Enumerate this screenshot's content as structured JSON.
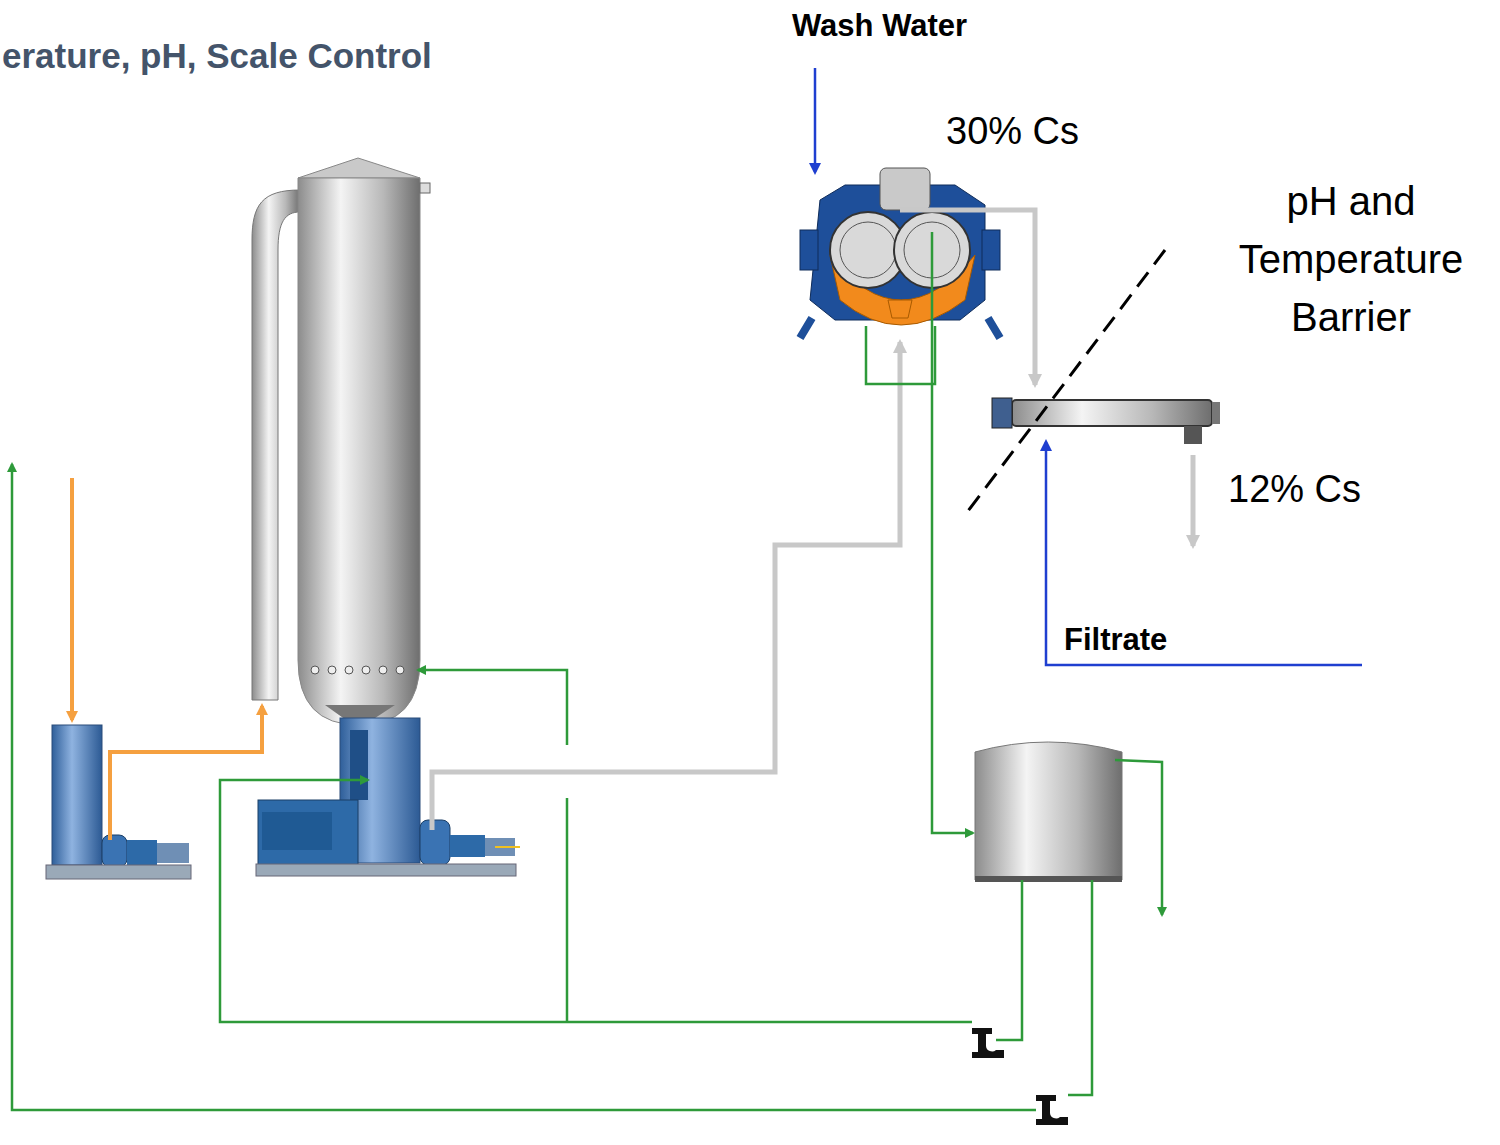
{
  "diagram": {
    "title": "erature, pH, Scale Control",
    "labels": [
      "Wash Water",
      "30% Cs",
      "pH and Temperature Barrier",
      "12% Cs",
      "Filtrate"
    ]
  }
}
